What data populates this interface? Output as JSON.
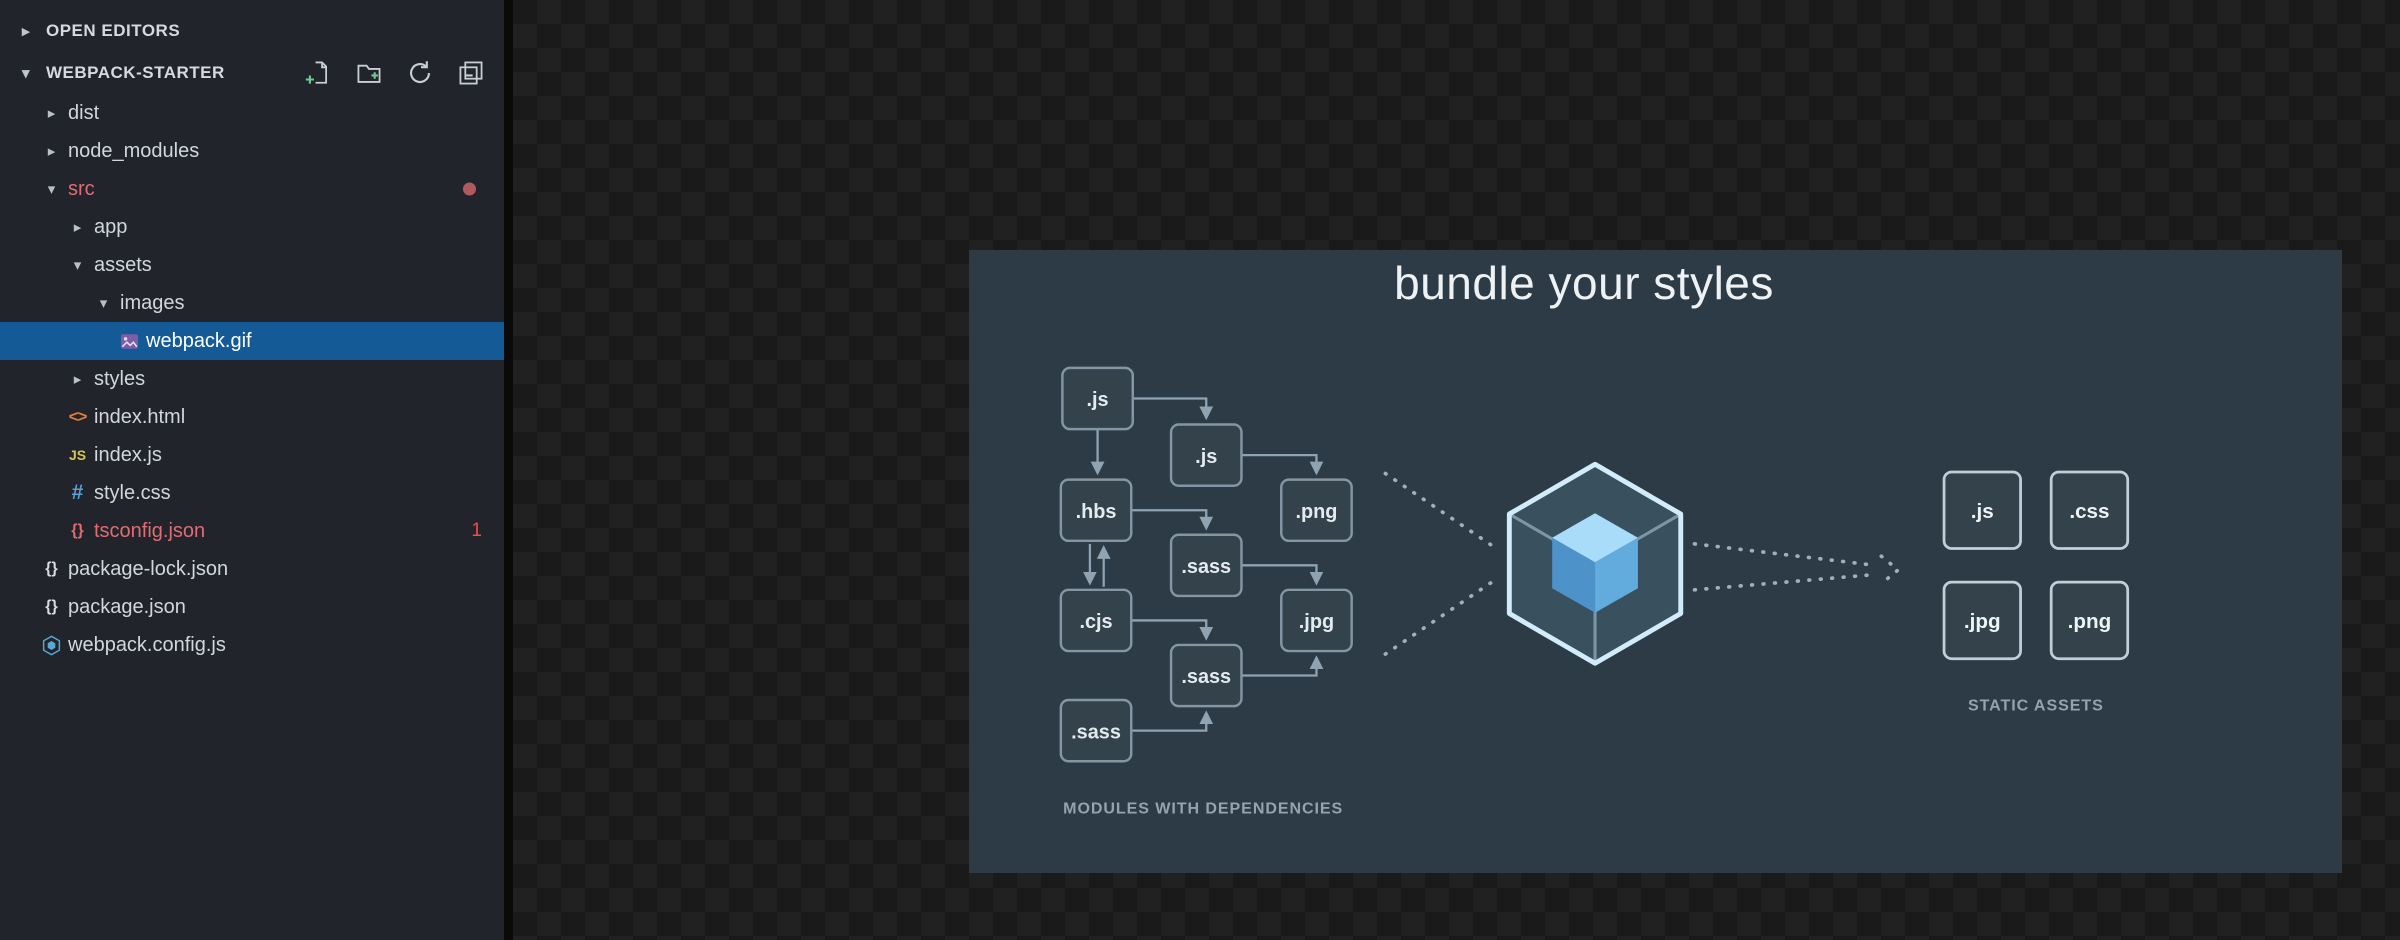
{
  "sidebar": {
    "sections": {
      "open_editors": {
        "label": "OPEN EDITORS"
      },
      "project": {
        "label": "WEBPACK-STARTER"
      }
    },
    "action_icons": [
      "new-file-icon",
      "new-folder-icon",
      "refresh-icon",
      "collapse-all-icon"
    ],
    "icons": {
      "chev_closed": "▸",
      "chev_open": "▾",
      "html": "<>",
      "js": "JS",
      "css": "#",
      "braces": "{}"
    },
    "tree": [
      {
        "label": "dist"
      },
      {
        "label": "node_modules"
      },
      {
        "label": "src"
      },
      {
        "label": "app"
      },
      {
        "label": "assets"
      },
      {
        "label": "images"
      },
      {
        "label": "webpack.gif"
      },
      {
        "label": "styles"
      },
      {
        "label": "index.html"
      },
      {
        "label": "index.js"
      },
      {
        "label": "style.css"
      },
      {
        "label": "tsconfig.json",
        "badge": "1"
      },
      {
        "label": "package-lock.json"
      },
      {
        "label": "package.json"
      },
      {
        "label": "webpack.config.js"
      }
    ]
  },
  "preview": {
    "image": {
      "title": "bundle your styles",
      "modules_label": "MODULES WITH DEPENDENCIES",
      "static_label": "STATIC ASSETS",
      "left_boxes": [
        ".js",
        ".js",
        ".png",
        ".hbs",
        ".sass",
        ".cjs",
        ".jpg",
        ".sass",
        ".sass"
      ],
      "right_boxes": [
        ".js",
        ".css",
        ".jpg",
        ".png"
      ]
    }
  },
  "colors": {
    "selection_blue": "#135a96",
    "error_red": "#e06c75",
    "badge_red": "#f14c4c",
    "image_background": "#2c3b45",
    "webpack_cube_blue": "#8ed6fb",
    "sidebar_background": "#21252b"
  }
}
